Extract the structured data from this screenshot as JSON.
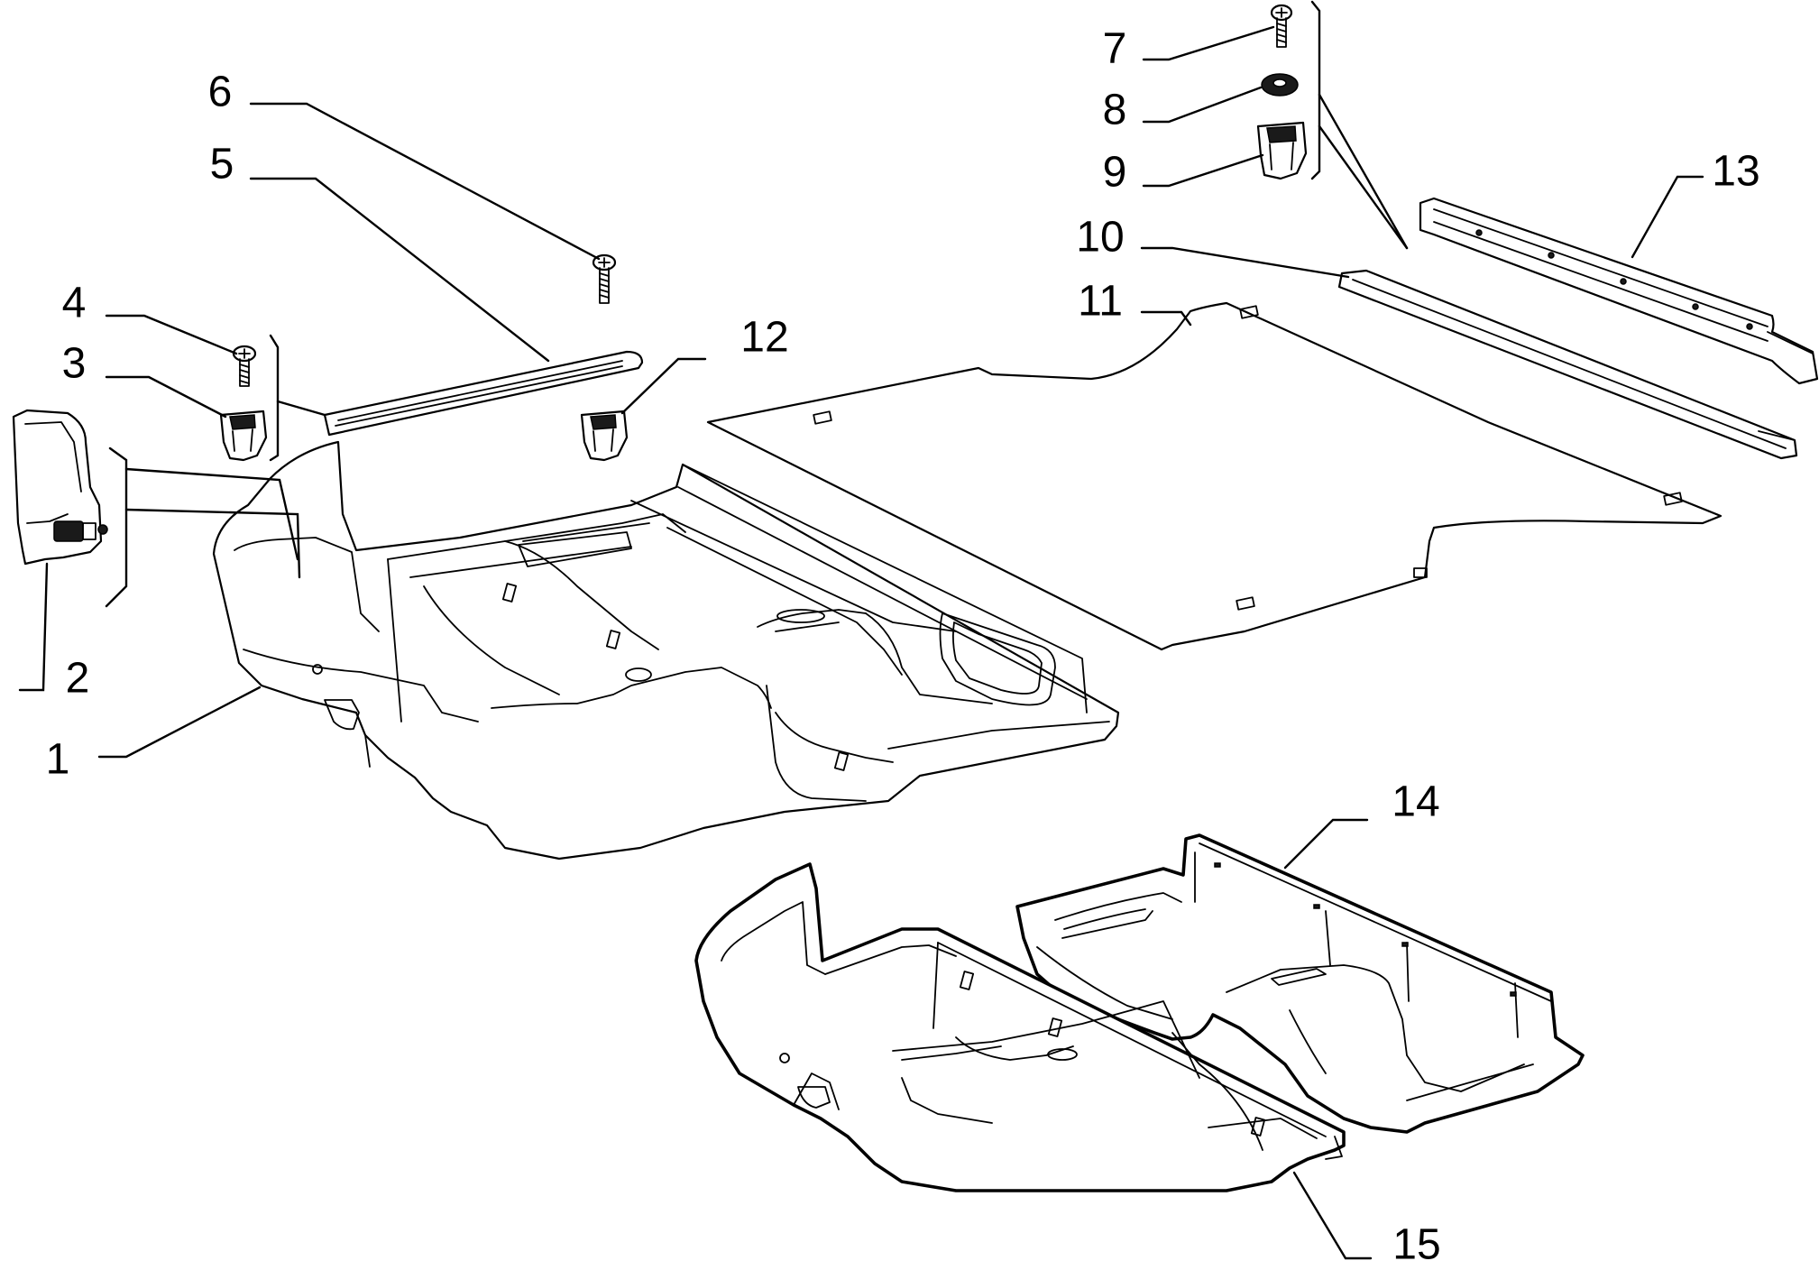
{
  "diagram": {
    "callouts": [
      {
        "id": "1",
        "label": "1"
      },
      {
        "id": "2",
        "label": "2"
      },
      {
        "id": "3",
        "label": "3"
      },
      {
        "id": "4",
        "label": "4"
      },
      {
        "id": "5",
        "label": "5"
      },
      {
        "id": "6",
        "label": "6"
      },
      {
        "id": "7",
        "label": "7"
      },
      {
        "id": "8",
        "label": "8"
      },
      {
        "id": "9",
        "label": "9"
      },
      {
        "id": "10",
        "label": "10"
      },
      {
        "id": "11",
        "label": "11"
      },
      {
        "id": "12",
        "label": "12"
      },
      {
        "id": "13",
        "label": "13"
      },
      {
        "id": "14",
        "label": "14"
      },
      {
        "id": "15",
        "label": "15"
      }
    ]
  }
}
